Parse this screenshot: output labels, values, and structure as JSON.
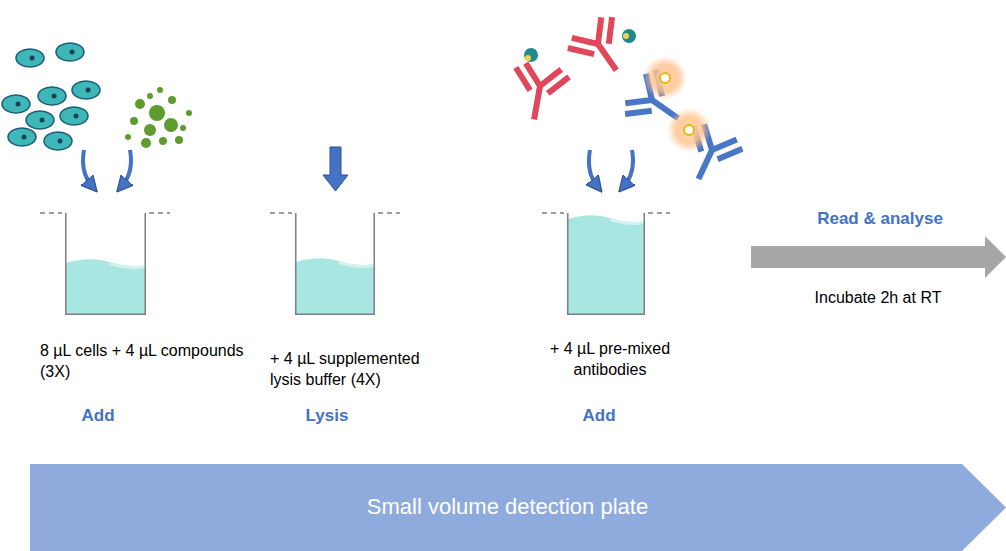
{
  "diagram": {
    "nodes": [
      {
        "text": [
          "8 µL cells + 4 µL compounds (3X)",
          "Add"
        ]
      },
      {
        "text": [
          "+ 4 µL supplemented lysis buffer (4X)",
          "Lysis"
        ]
      },
      {
        "text": [
          "+ 4 µL pre-mixed antibodies",
          "Add"
        ]
      },
      {
        "text": [
          "Read & analyse",
          "Incubate 2h at RT"
        ]
      },
      {
        "text": [
          "Small volume detection plate"
        ]
      }
    ]
  }
}
